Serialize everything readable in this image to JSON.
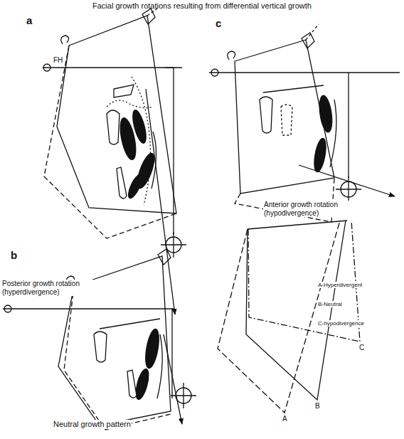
{
  "diagram": {
    "title": "Facial growth rotations resulting from differential vertical growth",
    "labels": [
      "a",
      "FH",
      "Posterior growth rotation (hyperdivergence)",
      "b",
      "Neutral growth pattern",
      "c",
      "Anterior growth rotation (hypodivergence)",
      "A-Hyperdivergent",
      "B-Neutral",
      "C-hypodivergence",
      "A",
      "B",
      "C"
    ]
  }
}
